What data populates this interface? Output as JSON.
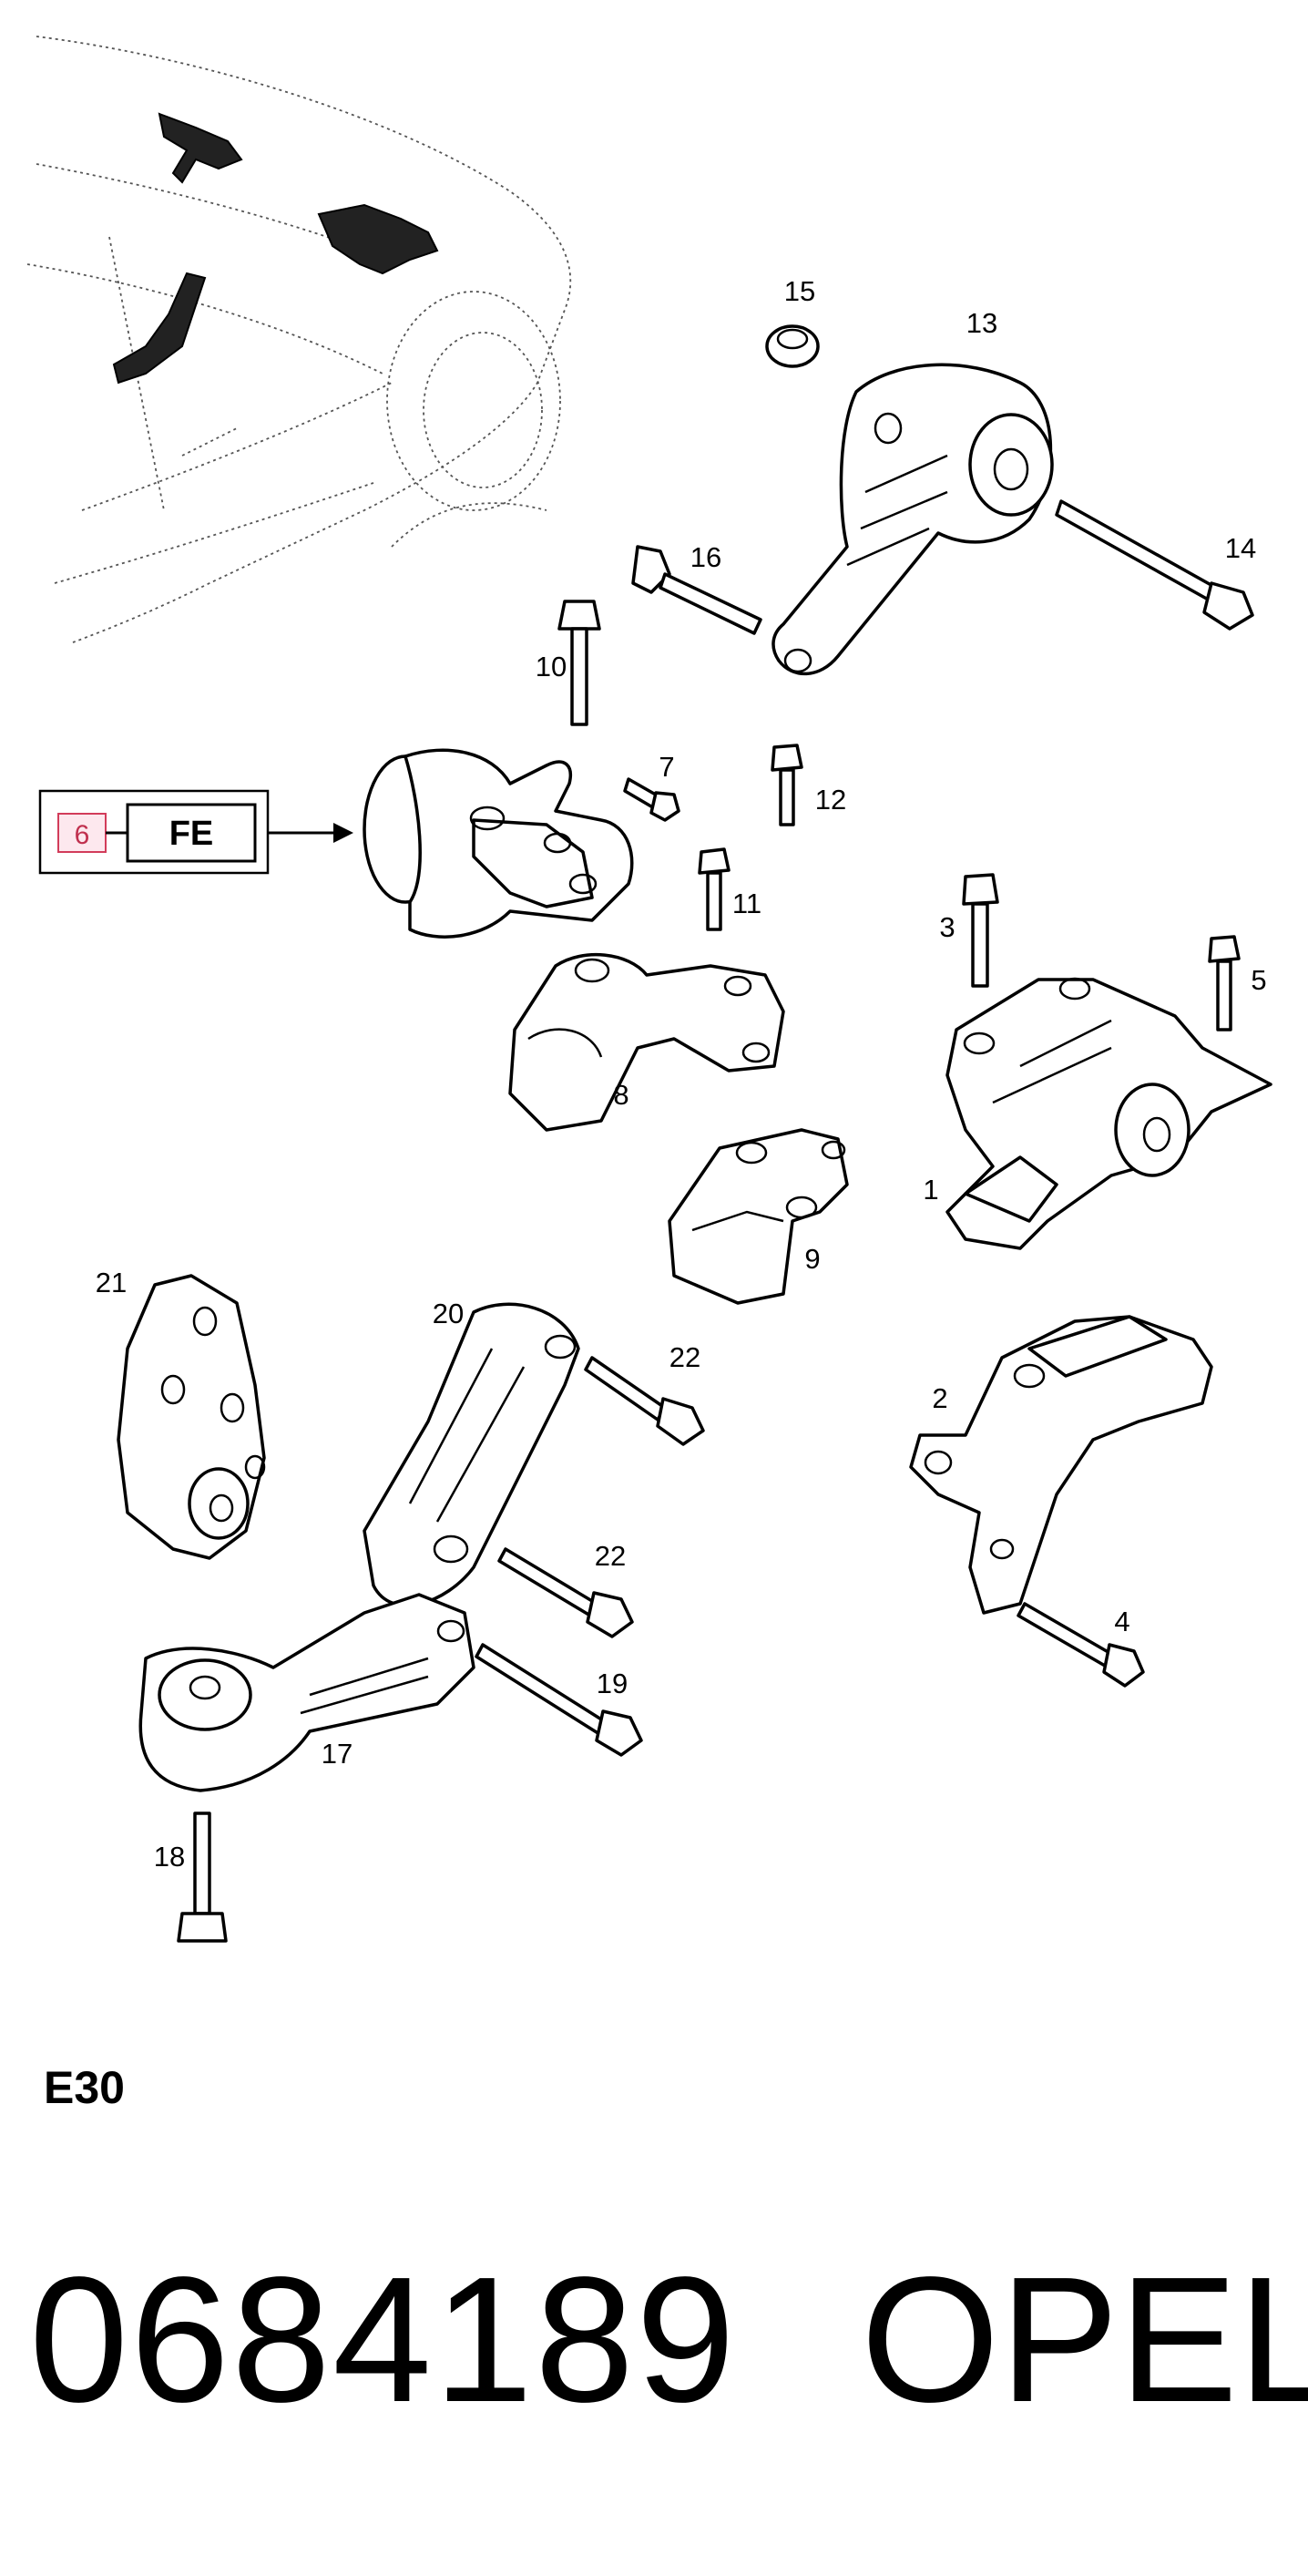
{
  "callouts": {
    "p1": "1",
    "p2": "2",
    "p3": "3",
    "p4": "4",
    "p5": "5",
    "p7": "7",
    "p8": "8",
    "p9": "9",
    "p10": "10",
    "p11": "11",
    "p12": "12",
    "p13": "13",
    "p14": "14",
    "p15": "15",
    "p16": "16",
    "p17": "17",
    "p18": "18",
    "p19": "19",
    "p20": "20",
    "p21": "21",
    "p22a": "22",
    "p22b": "22"
  },
  "reference_box": {
    "ref_number": "6",
    "code": "FE"
  },
  "section_code": "E30",
  "part_number": "0684189",
  "brand": "OPEL"
}
